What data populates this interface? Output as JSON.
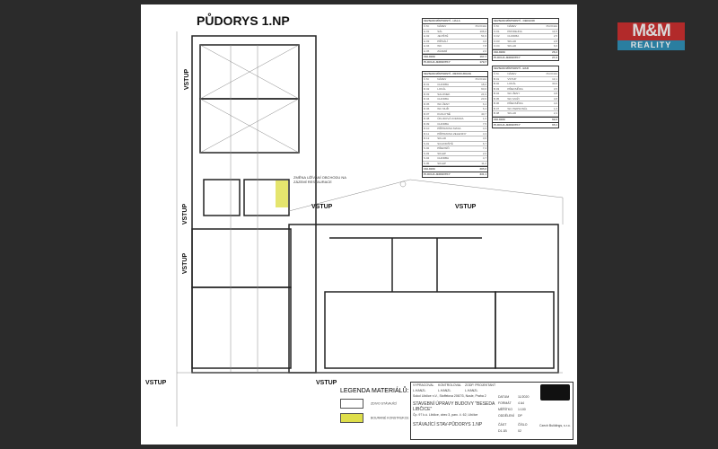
{
  "title": "PŮDORYS 1.NP",
  "logo": {
    "main": "M&M",
    "sub": "REALITY"
  },
  "entrance_label": "VSTUP",
  "annotation": "ZMĚNA UŽÍVÁNÍ OBCHODU NA ZÁZEMÍ RESTAURACE",
  "tables": [
    {
      "title": "SEZNAM MÍSTNOSTÍ - HALA",
      "headers": [
        "Č.M.",
        "NÁZEV",
        "PLOCHA"
      ],
      "rows": [
        [
          "H.01",
          "SÁL",
          "106,0"
        ],
        [
          "H.02",
          "JEVIŠTĚ",
          "54,9"
        ],
        [
          "H.03",
          "PŘÍSÁLÍ",
          "4,0"
        ],
        [
          "H.04",
          "WC",
          "7,8"
        ],
        [
          "H.05",
          "ZÁZEMÍ",
          "2,0"
        ]
      ],
      "total": [
        "CELKEM",
        "167,7"
      ],
      "area": [
        "PLOCHA JEDNOTKY",
        "179,7"
      ]
    },
    {
      "title": "SEZNAM MÍSTNOSTÍ - OBCHOD",
      "headers": [
        "Č.M.",
        "NÁZEV",
        "PLOCHA"
      ],
      "rows": [
        [
          "O.01",
          "PRODEJNA",
          "14,5"
        ],
        [
          "O.02",
          "CHODBA",
          "2,5"
        ],
        [
          "O.03",
          "SKLAD",
          "2,8"
        ],
        [
          "O.04",
          "SKLAD",
          "6,6"
        ]
      ],
      "total": [
        "CELKEM",
        "26,4"
      ],
      "area": [
        "PLOCHA JEDNOTKY",
        "27,3"
      ]
    },
    {
      "title": "SEZNAM MÍSTNOSTÍ - BAR",
      "headers": [
        "Č.M.",
        "NÁZEV",
        "PLOCHA"
      ],
      "rows": [
        [
          "B.01",
          "VSTUP",
          "13,1"
        ],
        [
          "B.02",
          "LOKÁL",
          "30,0"
        ],
        [
          "B.03",
          "PŘEDSÍŇKA",
          "3,5"
        ],
        [
          "B.04",
          "WC ŽENY",
          "3,8"
        ],
        [
          "B.05",
          "WC MUŽI",
          "3,8"
        ],
        [
          "B.06",
          "PŘEDSÍŇKA",
          "4,0"
        ],
        [
          "B.07",
          "WC PERSONÁL",
          "1,6"
        ],
        [
          "B.08",
          "SKLAD",
          "2,4"
        ]
      ],
      "total": [
        "CELKEM",
        "62,2"
      ],
      "area": [
        "PLOCHA JEDNOTKY",
        "65,1"
      ]
    },
    {
      "title": "SEZNAM MÍSTNOSTÍ - RESTAURACE",
      "headers": [
        "Č.M.",
        "NÁZEV",
        "PLOCHA"
      ],
      "rows": [
        [
          "R.01",
          "CHODBA",
          "18,0"
        ],
        [
          "R.02",
          "LOKÁL",
          "60,0"
        ],
        [
          "R.03",
          "SALONEK",
          "24,9"
        ],
        [
          "R.04",
          "CHODBA",
          "23,6"
        ],
        [
          "R.05",
          "WC ŽENY",
          "6,4"
        ],
        [
          "R.06",
          "WC MUŽI",
          "6,4"
        ],
        [
          "R.07",
          "KUCHYNĚ",
          "40,7"
        ],
        [
          "R.08",
          "ÚKLIDOVÁ KOMORA",
          "1,0"
        ],
        [
          "R.09",
          "CHODBA",
          "7,5"
        ],
        [
          "R.10",
          "PŘÍPRAVNA MASA",
          "4,3"
        ],
        [
          "R.11",
          "PŘÍPRAVNA ZELENINY",
          "4,3"
        ],
        [
          "R.12",
          "SKLAD",
          "3,6"
        ],
        [
          "S.01",
          "SCHODIŠTĚ",
          "6,7"
        ],
        [
          "S.02",
          "PŘEDSÍŇ",
          "7,4"
        ],
        [
          "S.03",
          "SKLEP",
          "2,0"
        ],
        [
          "S.04",
          "CHODBA",
          "4,7"
        ],
        [
          "S.05",
          "SKLEP",
          "11,2"
        ]
      ],
      "total": [
        "CELKEM",
        "285,6"
      ],
      "area": [
        "PLOCHA JEDNOTKY",
        "331,1"
      ]
    }
  ],
  "legend": {
    "title": "LEGENDA MATERIÁLŮ:",
    "items": [
      {
        "label": "ZDIVO STÁVAJÍCÍ",
        "color": "#ffffff"
      },
      {
        "label": "BOURANÉ KONSTRUKCE",
        "color": "#dede4a"
      }
    ]
  },
  "title_block": {
    "drew": "VYPRACOVAL",
    "checked": "KONTROLOVAL",
    "lead": "ZODP. PROJEKTANT",
    "name1": "L.HANZL",
    "name2": "L.HANZL",
    "name3": "L.HANZL",
    "investor": "Sokol Libčice n.V., Stoffelova 2067/3, Nusle, Praha 2",
    "project": "STAVEBNÍ ÚPRAVY BUDOVY \"BESEDA LIBČICE\"",
    "site": "Čp. 97 k.ú. Libčice, obec 3, parc. č. 62, Libčice",
    "drawing": "STÁVAJÍCÍ STAV-PŮDORYS 1.NP",
    "date_l": "DATUM",
    "date": "11/2020",
    "format_l": "FORMÁT",
    "format": "4 A4",
    "scale_l": "MĚŘÍTKO",
    "scale": "1:100",
    "stage_l": "ODDĚLENÍ",
    "stage": "DP",
    "num_l": "ČÁST",
    "num": "D1.1B",
    "sheet_l": "ČÍSLO",
    "sheet": "02",
    "company": "Czech Buildings, s.r.o."
  }
}
